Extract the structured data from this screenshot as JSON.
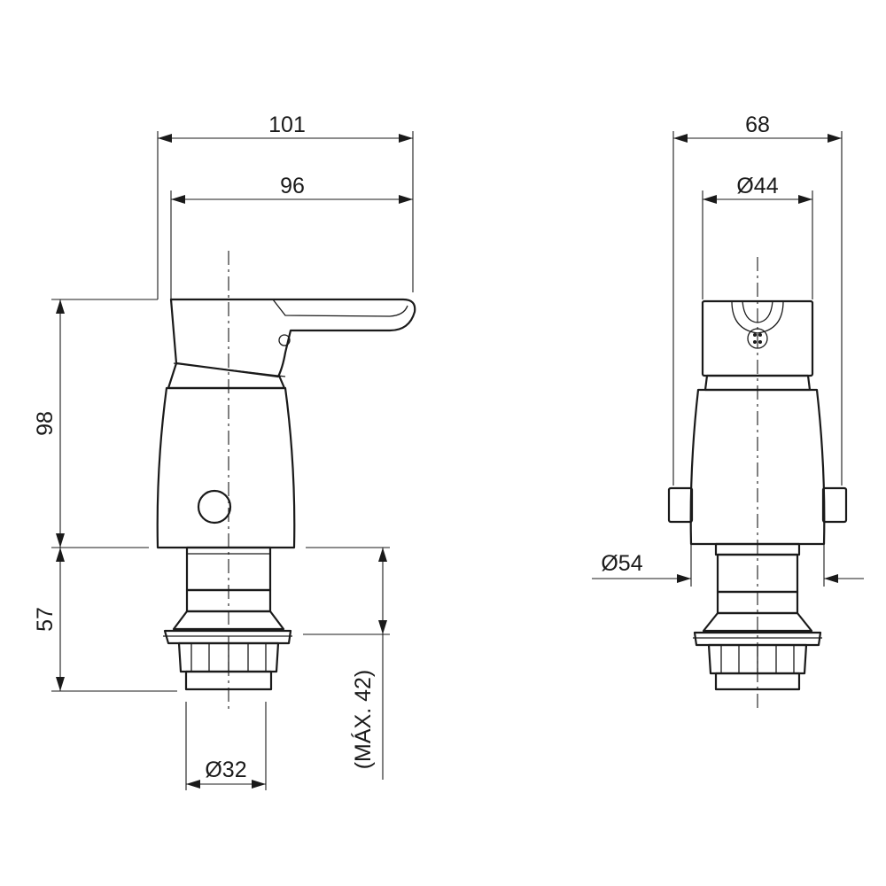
{
  "drawing": {
    "side_view": {
      "overall_length": "101",
      "handle_length": "96",
      "body_height": "98",
      "shank_height": "57",
      "max_shank_note": "(MÁX. 42)",
      "shank_diameter": "Ø32"
    },
    "front_view": {
      "overall_width": "68",
      "handle_diameter": "Ø44",
      "base_diameter": "Ø54"
    }
  }
}
